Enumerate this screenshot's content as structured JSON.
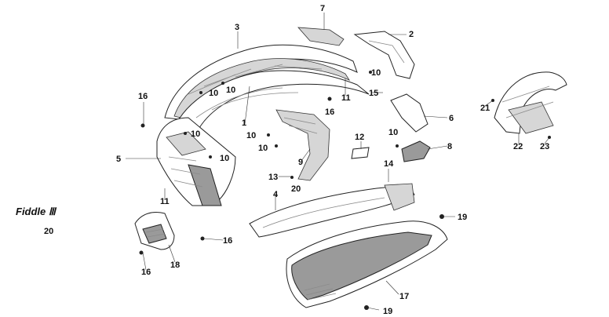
{
  "caption": {
    "model": "Fiddle Ⅲ",
    "code": "20"
  },
  "callouts": {
    "c1": "1",
    "c2": "2",
    "c3": "3",
    "c4": "4",
    "c5": "5",
    "c6": "6",
    "c7": "7",
    "c8": "8",
    "c9": "9",
    "c10a": "10",
    "c10b": "10",
    "c10c": "10",
    "c10d": "10",
    "c10e": "10",
    "c10f": "10",
    "c10g": "10",
    "c10h": "10",
    "c11a": "11",
    "c11b": "11",
    "c12": "12",
    "c13": "13",
    "c14": "14",
    "c15": "15",
    "c16a": "16",
    "c16b": "16",
    "c16c": "16",
    "c16d": "16",
    "c17": "17",
    "c18": "18",
    "c19a": "19",
    "c19b": "19",
    "c20": "20",
    "c21": "21",
    "c22": "22",
    "c23": "23"
  }
}
